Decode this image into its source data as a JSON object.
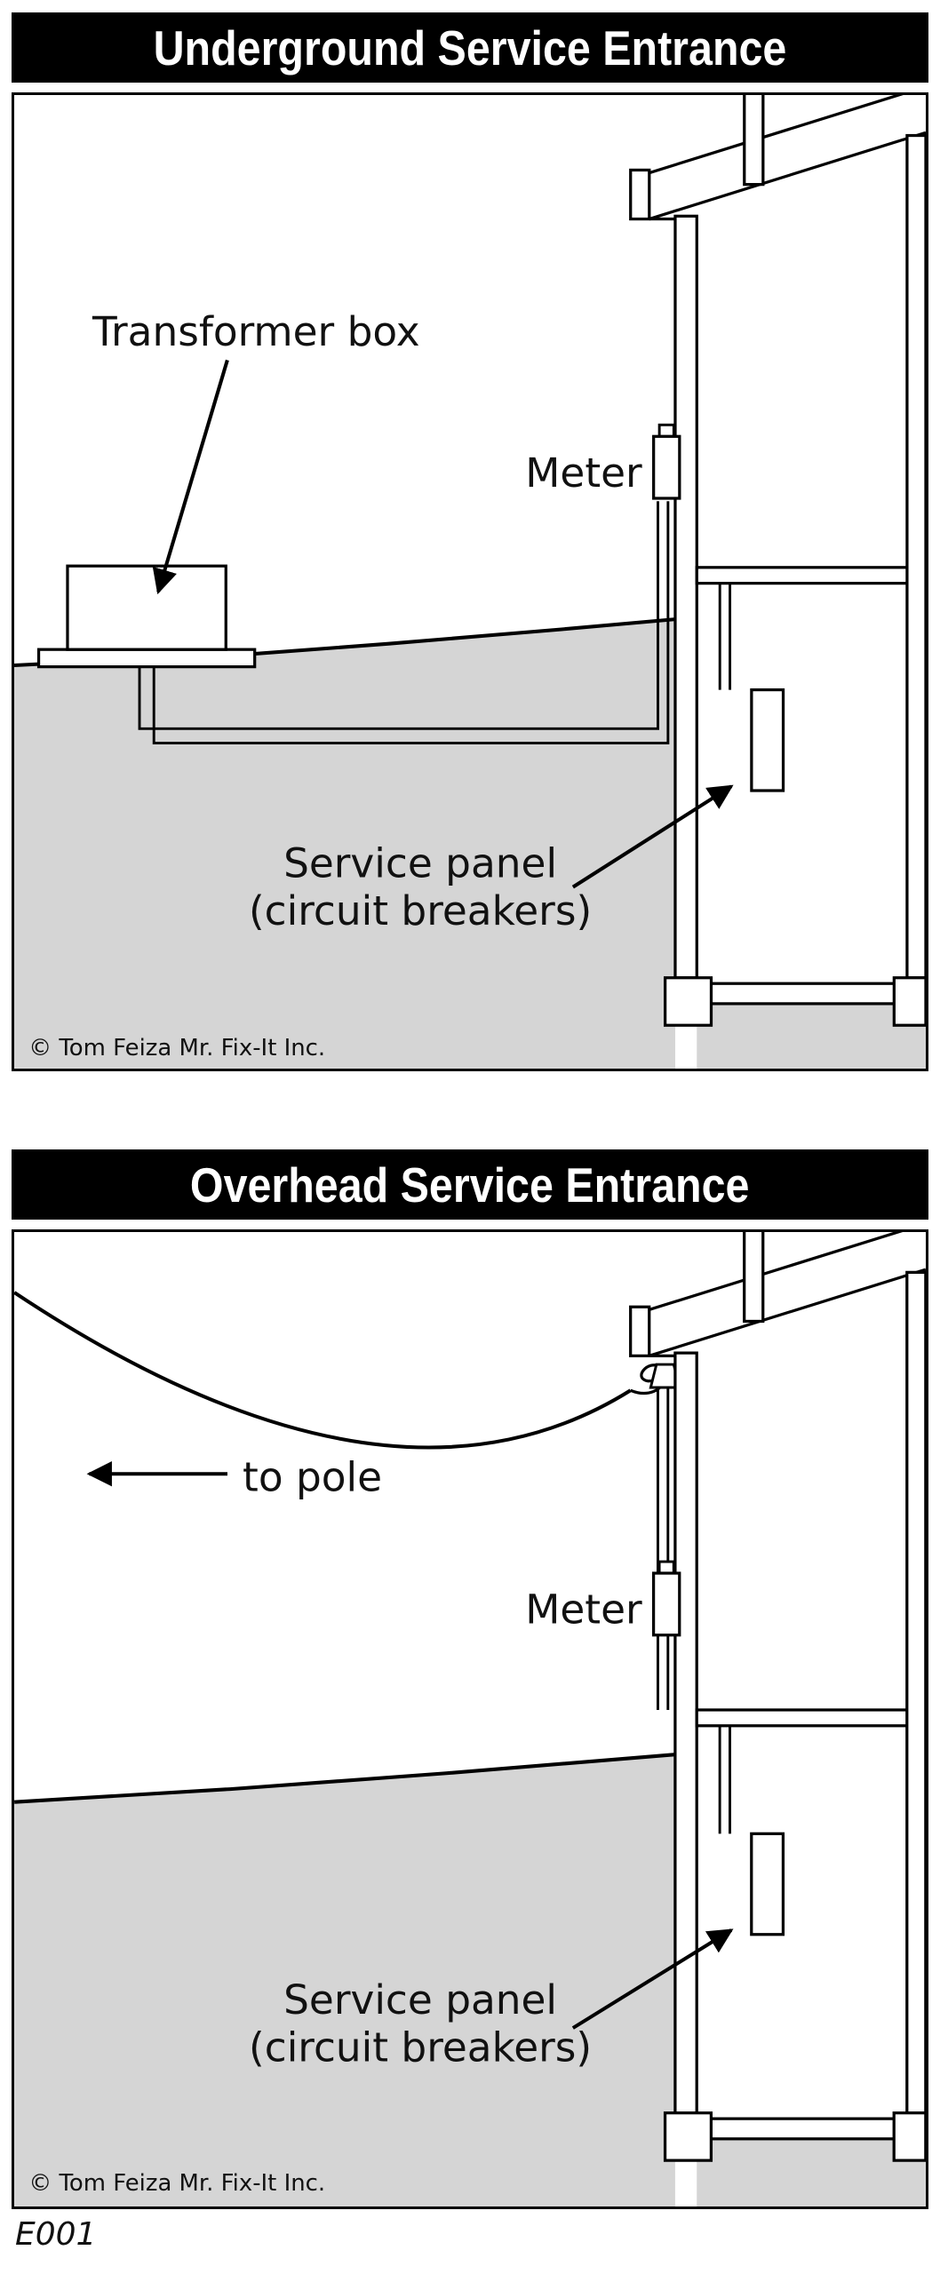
{
  "page": {
    "footer_code": "E001",
    "colors": {
      "ink": "#000000",
      "ground_fill": "#d5d5d5",
      "title_bg": "#000000",
      "title_fg": "#ffffff"
    }
  },
  "panels": [
    {
      "title": "Underground Service Entrance",
      "labels": {
        "transformer_box": "Transformer box",
        "meter": "Meter",
        "service_panel_line1": "Service panel",
        "service_panel_line2": "(circuit breakers)",
        "copyright": "© Tom Feiza Mr. Fix-It Inc."
      }
    },
    {
      "title": "Overhead Service Entrance",
      "labels": {
        "to_pole": "to pole",
        "meter": "Meter",
        "service_panel_line1": "Service panel",
        "service_panel_line2": "(circuit breakers)",
        "copyright": "© Tom Feiza Mr. Fix-It Inc."
      }
    }
  ]
}
